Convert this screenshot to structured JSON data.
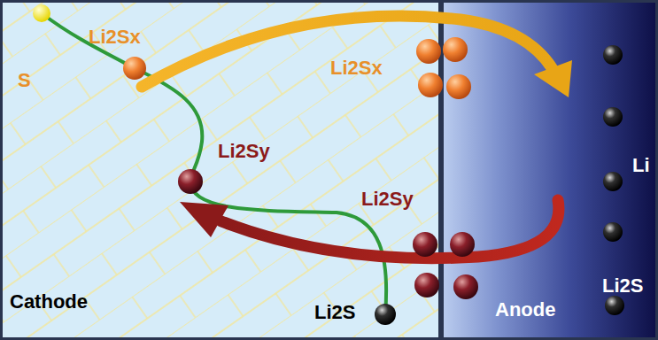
{
  "diagram": {
    "nodes": [
      {
        "text": [
          "Cathode"
        ]
      },
      {
        "text": [
          "Anode"
        ]
      }
    ],
    "labels": [
      "S",
      "Li2Sx",
      "Li2Sx",
      "Li2Sy",
      "Li2Sy",
      "Li2S",
      "Li",
      "Li2S"
    ]
  }
}
